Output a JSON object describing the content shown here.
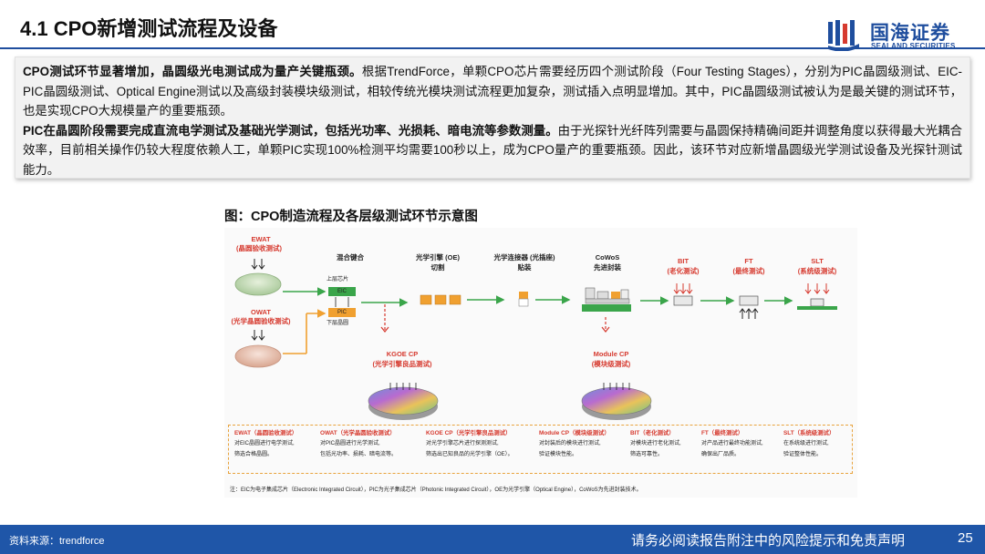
{
  "header": {
    "title": "4.1 CPO新增测试流程及设备",
    "logo_cn": "国海证券",
    "logo_en": "SEALAND SECURITIES"
  },
  "summary": {
    "p1_bold": "CPO测试环节显著增加，晶圆级光电测试成为量产关键瓶颈。",
    "p1_text": "根据TrendForce，单颗CPO芯片需要经历四个测试阶段（Four Testing Stages），分别为PIC晶圆级测试、EIC-PIC晶圆级测试、Optical Engine测试以及高级封装模块级测试，相较传统光模块测试流程更加复杂，测试插入点明显增加。其中，PIC晶圆级测试被认为是最关键的测试环节，也是实现CPO大规模量产的重要瓶颈。",
    "p2_bold": "PIC在晶圆阶段需要完成直流电学测试及基础光学测试，包括光功率、光损耗、暗电流等参数测量。",
    "p2_text": "由于光探针光纤阵列需要与晶圆保持精确间距并调整角度以获得最大光耦合效率，目前相关操作仍较大程度依赖人工，单颗PIC实现100%检测平均需要100秒以上，成为CPO量产的重要瓶颈。因此，该环节对应新增晶圆级光学测试设备及光探针测试能力。"
  },
  "figure": {
    "title": "图：CPO制造流程及各层级测试环节示意图",
    "ewat": "EWAT",
    "ewat_sub": "(晶圆验收测试)",
    "owat": "OWAT",
    "owat_sub": "(光学晶圆验收测试)",
    "hybrid_bond": "混合键合",
    "upper_chip": "上层芯片",
    "eic": "EIC",
    "pic": "PIC",
    "lower_wafer": "下层晶圆",
    "oe_cut_1": "光学引擎 (OE)",
    "oe_cut_2": "切割",
    "connector_1": "光学连接器 (光插座)",
    "connector_2": "贴装",
    "cowos_1": "CoWoS",
    "cowos_2": "先进封装",
    "bit": "BIT",
    "bit_sub": "(老化测试)",
    "ft": "FT",
    "ft_sub": "(最终测试)",
    "slt": "SLT",
    "slt_sub": "(系统级测试)",
    "kgoe": "KGOE CP",
    "kgoe_sub": "(光学引擎良品测试)",
    "module_cp": "Module CP",
    "module_cp_sub": "(模块级测试)",
    "legend": [
      {
        "head": "EWAT（晶圆验收测试）",
        "l1": "对EIC晶圆进行电学测试,",
        "l2": "筛选合格晶圆。"
      },
      {
        "head": "OWAT（光学晶圆验收测试）",
        "l1": "对PIC晶圆进行光学测试,",
        "l2": "包括光功率、损耗、暗电流等。"
      },
      {
        "head": "KGOE CP（光学引擎良品测试）",
        "l1": "对光学引擎芯片进行探测测试,",
        "l2": "筛选出已知良品的光学引擎（OE）。"
      },
      {
        "head": "Module CP（模块级测试）",
        "l1": "对封装后的模块进行测试,",
        "l2": "验证模块性能。"
      },
      {
        "head": "BIT（老化测试）",
        "l1": "对模块进行老化测试,",
        "l2": "筛选可靠性。"
      },
      {
        "head": "FT（最终测试）",
        "l1": "对产品进行最终功能测试,",
        "l2": "确保出厂品质。"
      },
      {
        "head": "SLT（系统级测试）",
        "l1": "在系统级进行测试,",
        "l2": "验证整体性能。"
      }
    ],
    "note": "注：EIC为电子集成芯片（Electronic Integrated Circuit），PIC为光子集成芯片（Photonic Integrated Circuit），OE为光学引擎（Optical Engine），CoWoS为先进封装技术。"
  },
  "footer": {
    "source": "资料来源：trendforce",
    "disclaimer": "请务必阅读报告附注中的风险提示和免责声明",
    "page": "25"
  },
  "colors": {
    "brand_blue": "#1f4e9e",
    "footer_blue": "#1f56a8",
    "accent_red": "#d63a2f",
    "flow_green": "#3aa54a",
    "chip_orange": "#f0a030"
  }
}
